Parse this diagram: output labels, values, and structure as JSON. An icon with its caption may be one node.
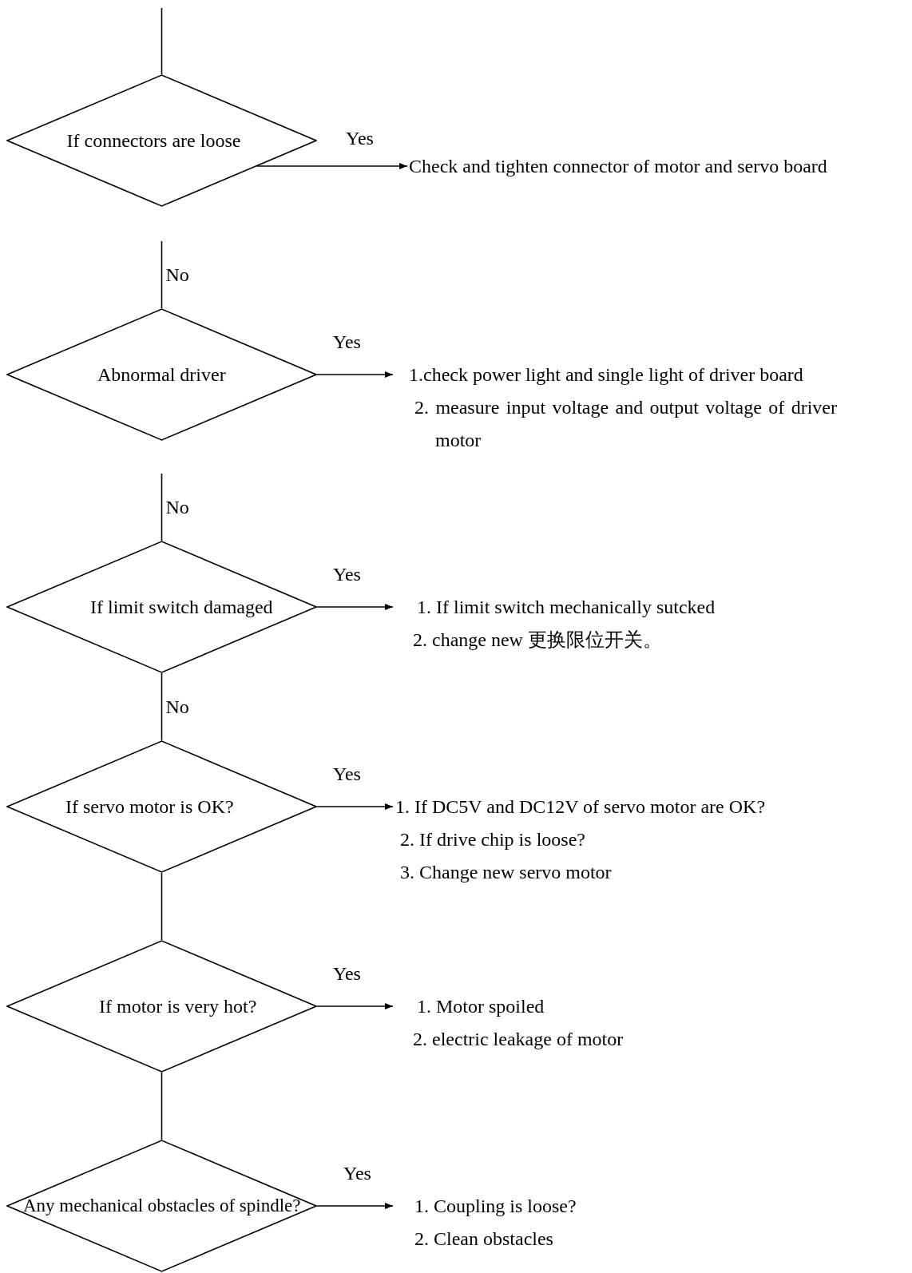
{
  "diagram": {
    "nodes": [
      {
        "text": [
          "If connectors are loose"
        ]
      },
      {
        "text": [
          "Check and tighten connector of motor and servo board"
        ]
      },
      {
        "text": [
          "Abnormal driver"
        ]
      },
      {
        "text": [
          "1.check power light and single light of driver board",
          "2. measure input voltage and output voltage of driver motor"
        ]
      },
      {
        "text": [
          "If limit switch damaged"
        ]
      },
      {
        "text": [
          "1. If limit switch mechanically sutcked",
          "2. change new 更换限位开关。"
        ]
      },
      {
        "text": [
          "If servo motor is OK?"
        ]
      },
      {
        "text": [
          "1. If DC5V and DC12V of servo motor are OK?",
          "2. If drive chip is loose?",
          "3. Change new servo motor"
        ]
      },
      {
        "text": [
          "If motor is very hot?"
        ]
      },
      {
        "text": [
          "1. Motor spoiled",
          "2. electric leakage of motor"
        ]
      },
      {
        "text": [
          "Any mechanical obstacles of spindle?"
        ]
      },
      {
        "text": [
          "1. Coupling is loose?",
          "2. Clean obstacles"
        ]
      }
    ],
    "edges": [
      {
        "from": null,
        "to": 0,
        "arrow": "none"
      },
      {
        "from": 0,
        "to": 1,
        "arrow": "to",
        "label": "Yes"
      },
      {
        "from": null,
        "to": 2,
        "arrow": "none",
        "label": "No"
      },
      {
        "from": 2,
        "to": 3,
        "arrow": "to",
        "label": "Yes"
      },
      {
        "from": null,
        "to": 4,
        "arrow": "none",
        "label": "No"
      },
      {
        "from": 4,
        "to": 5,
        "arrow": "to",
        "label": "Yes"
      },
      {
        "from": 4,
        "to": 6,
        "arrow": "none",
        "label": "No"
      },
      {
        "from": 6,
        "to": 7,
        "arrow": "to",
        "label": "Yes"
      },
      {
        "from": 6,
        "to": 8,
        "arrow": "none"
      },
      {
        "from": 8,
        "to": 9,
        "arrow": "to",
        "label": "Yes"
      },
      {
        "from": 8,
        "to": 10,
        "arrow": "none"
      },
      {
        "from": 10,
        "to": 11,
        "arrow": "to",
        "label": "Yes"
      }
    ]
  }
}
